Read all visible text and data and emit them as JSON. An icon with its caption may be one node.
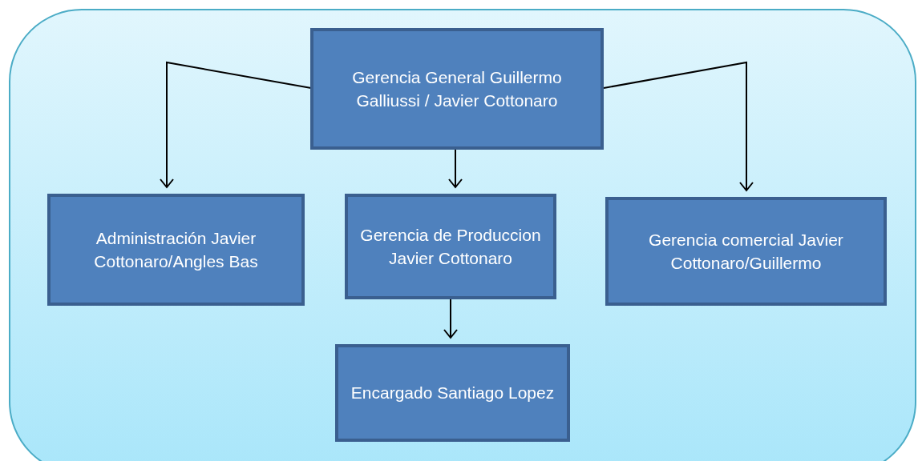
{
  "diagram": {
    "nodes": [
      {
        "text": [
          "Gerencia General Guillermo Galliussi / Javier Cottonaro"
        ]
      },
      {
        "text": [
          "Administración Javier Cottonaro/Angles Bas"
        ]
      },
      {
        "text": [
          "Gerencia de Produccion Javier Cottonaro"
        ]
      },
      {
        "text": [
          "Gerencia comercial Javier Cottonaro/Guillermo"
        ]
      },
      {
        "text": [
          "Encargado Santiago Lopez"
        ]
      }
    ],
    "edges": [
      {
        "from": 0,
        "to": 1,
        "arrow": "to"
      },
      {
        "from": 0,
        "to": 2,
        "arrow": "to"
      },
      {
        "from": 0,
        "to": 3,
        "arrow": "to"
      },
      {
        "from": 2,
        "to": 4,
        "arrow": "to"
      }
    ]
  }
}
